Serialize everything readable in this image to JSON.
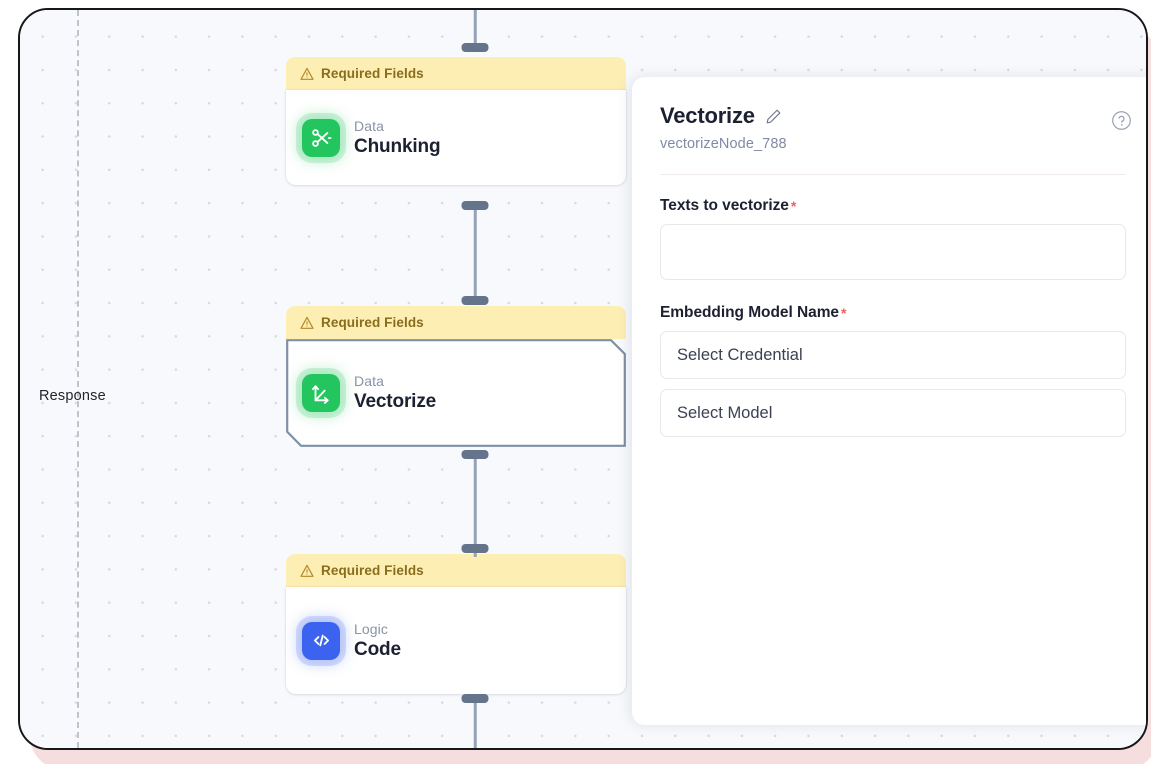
{
  "canvas": {
    "lane_label": "Response",
    "nodes": [
      {
        "warning": "Required Fields",
        "warning_icon": "warning-triangle-icon",
        "category": "Data",
        "title": "Chunking",
        "icon": "scissors-icon",
        "icon_color": "#22c55e",
        "selected": false
      },
      {
        "warning": "Required Fields",
        "warning_icon": "warning-triangle-icon",
        "category": "Data",
        "title": "Vectorize",
        "icon": "vector-axes-icon",
        "icon_color": "#22c55e",
        "selected": true
      },
      {
        "warning": "Required Fields",
        "warning_icon": "warning-triangle-icon",
        "category": "Logic",
        "title": "Code",
        "icon": "code-brackets-icon",
        "icon_color": "#3b63f0",
        "selected": false
      }
    ]
  },
  "panel": {
    "title": "Vectorize",
    "edit_icon": "pencil-icon",
    "node_id": "vectorizeNode_788",
    "help_icon": "question-circle-icon",
    "fields": [
      {
        "label": "Texts to vectorize",
        "required_marker": "*",
        "type": "textarea",
        "value": ""
      },
      {
        "label": "Embedding Model Name",
        "required_marker": "*",
        "type": "select-group",
        "selects": [
          {
            "placeholder": "Select Credential"
          },
          {
            "placeholder": "Select Model"
          }
        ]
      }
    ]
  },
  "theme": {
    "warning_bg": "#fdeeb3",
    "warning_text": "#8a6d1b",
    "required_star": "#f2605b",
    "handle": "#64748b",
    "selection_border": "#7f90a6",
    "canvas_bg": "#f7f9fc"
  }
}
